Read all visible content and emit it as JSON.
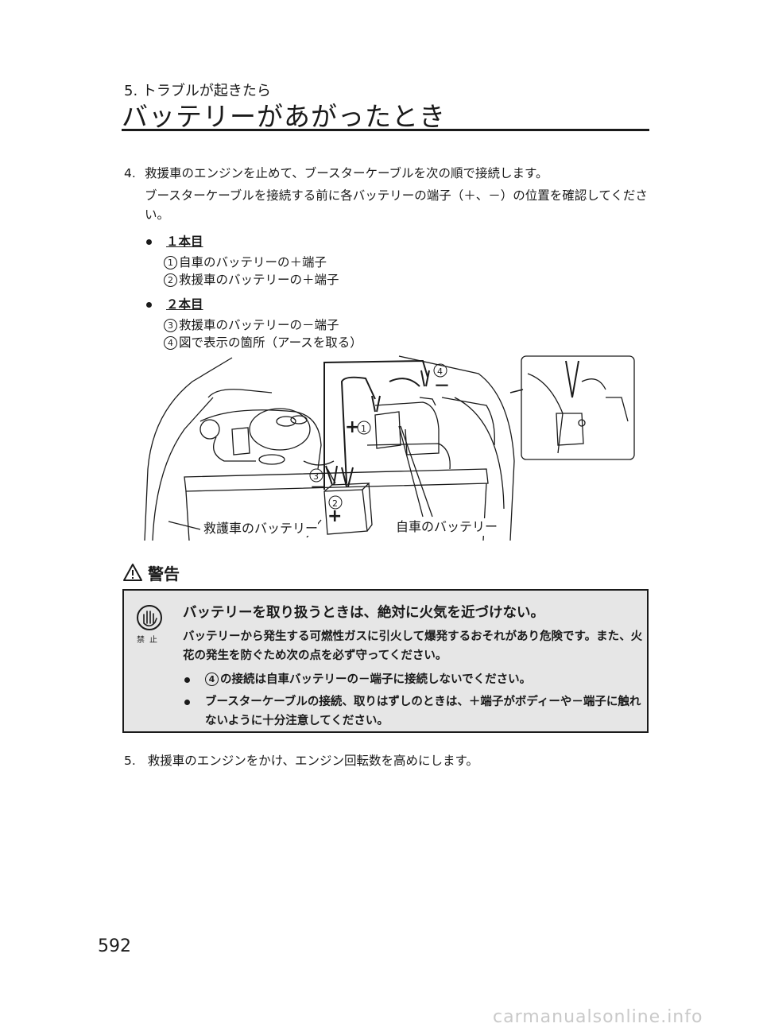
{
  "header": {
    "chapter": "5. トラブルが起きたら",
    "title": "バッテリーがあがったとき"
  },
  "step4": {
    "number": "4.",
    "text": "救援車のエンジンを止めて、ブースターケーブルを次の順で接続します。",
    "note": "ブースターケーブルを接続する前に各バッテリーの端子（＋、－）の位置を確認してください。",
    "first": {
      "heading": "１本目",
      "items": [
        {
          "marker": "1",
          "text": "自車のバッテリーの＋端子"
        },
        {
          "marker": "2",
          "text": "救援車のバッテリーの＋端子"
        }
      ]
    },
    "second": {
      "heading": "２本目",
      "items": [
        {
          "marker": "3",
          "text": "救援車のバッテリーの－端子"
        },
        {
          "marker": "4",
          "text": "図で表示の箇所（アースを取る）"
        }
      ]
    }
  },
  "figure": {
    "rescue_label": "救護車のバッテリー",
    "own_label": "自車のバッテリー",
    "plus": "+",
    "minus": "－",
    "m1": "1",
    "m2": "2",
    "m3": "3",
    "m4": "4"
  },
  "warning": {
    "heading": "警告",
    "prohibit_label": "禁止",
    "title": "バッテリーを取り扱うときは、絶対に火気を近づけない。",
    "body": "バッテリーから発生する可燃性ガスに引火して爆発するおそれがあり危険です。また、火花の発生を防ぐため次の点を必ず守ってください。",
    "item1_marker": "4",
    "item1": "の接続は自車バッテリーの－端子に接続しないでください。",
    "item2": "ブースターケーブルの接続、取りはずしのときは、＋端子がボディーや－端子に触れないように十分注意してください。"
  },
  "step5": {
    "number": "5.",
    "text": "救援車のエンジンをかけ、エンジン回転数を高めにします。"
  },
  "page_number": "592",
  "watermark": "carmanualsonline.info"
}
